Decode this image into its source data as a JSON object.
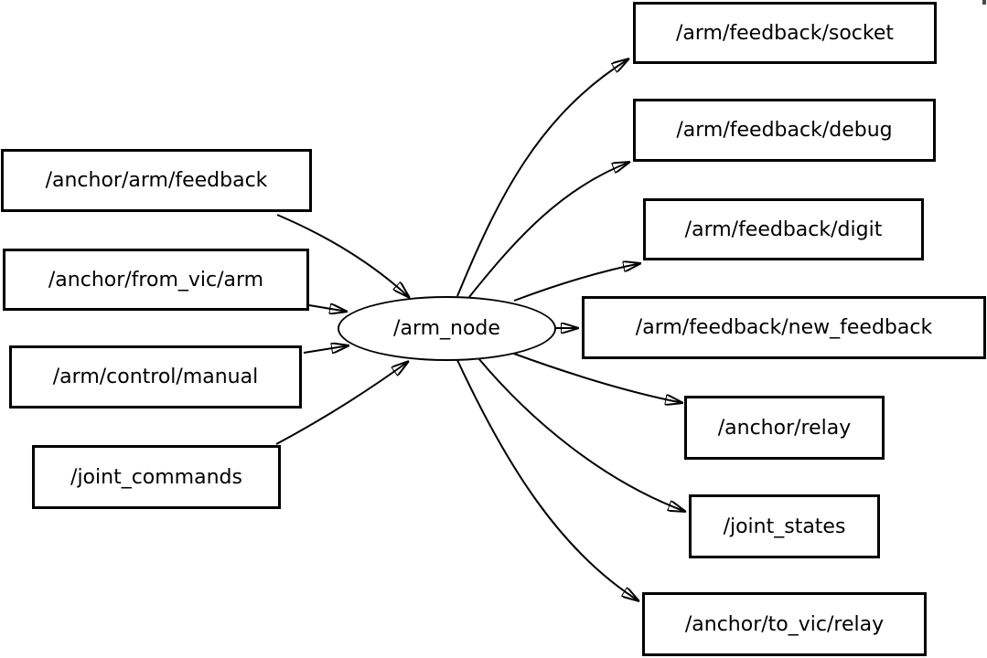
{
  "diagram": {
    "type": "ros-node-graph",
    "background_color": "#ffffff",
    "stroke_color": "#000000",
    "node": {
      "id": "arm_node",
      "label": "/arm_node",
      "shape": "ellipse"
    },
    "inputs": [
      {
        "id": "anchor-arm-feedback",
        "label": "/anchor/arm/feedback"
      },
      {
        "id": "anchor-from-vic-arm",
        "label": "/anchor/from_vic/arm"
      },
      {
        "id": "arm-control-manual",
        "label": "/arm/control/manual"
      },
      {
        "id": "joint-commands",
        "label": "/joint_commands"
      }
    ],
    "outputs": [
      {
        "id": "arm-feedback-socket",
        "label": "/arm/feedback/socket"
      },
      {
        "id": "arm-feedback-debug",
        "label": "/arm/feedback/debug"
      },
      {
        "id": "arm-feedback-digit",
        "label": "/arm/feedback/digit"
      },
      {
        "id": "arm-feedback-new-feedback",
        "label": "/arm/feedback/new_feedback"
      },
      {
        "id": "anchor-relay",
        "label": "/anchor/relay"
      },
      {
        "id": "joint-states",
        "label": "/joint_states"
      },
      {
        "id": "anchor-to-vic-relay",
        "label": "/anchor/to_vic/relay"
      }
    ],
    "edges": [
      {
        "from": "anchor-arm-feedback",
        "to": "arm_node"
      },
      {
        "from": "anchor-from-vic-arm",
        "to": "arm_node"
      },
      {
        "from": "arm-control-manual",
        "to": "arm_node"
      },
      {
        "from": "joint-commands",
        "to": "arm_node"
      },
      {
        "from": "arm_node",
        "to": "arm-feedback-socket"
      },
      {
        "from": "arm_node",
        "to": "arm-feedback-debug"
      },
      {
        "from": "arm_node",
        "to": "arm-feedback-digit"
      },
      {
        "from": "arm_node",
        "to": "arm-feedback-new-feedback"
      },
      {
        "from": "arm_node",
        "to": "anchor-relay"
      },
      {
        "from": "arm_node",
        "to": "joint-states"
      },
      {
        "from": "arm_node",
        "to": "anchor-to-vic-relay"
      }
    ]
  }
}
